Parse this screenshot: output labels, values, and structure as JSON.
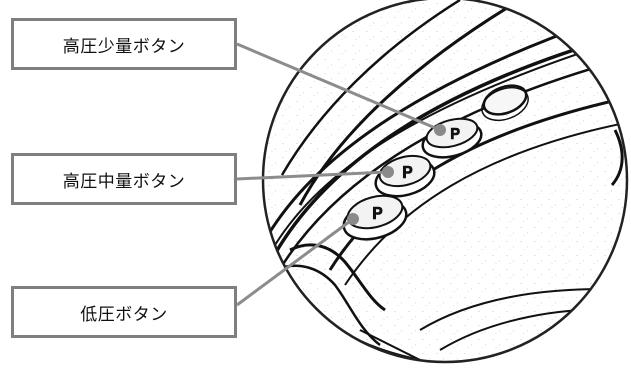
{
  "callouts": [
    {
      "label": "高圧少量ボタン"
    },
    {
      "label": "高圧中量ボタン"
    },
    {
      "label": "低圧ボタン"
    }
  ],
  "colors": {
    "box_border": "#7f7f7f",
    "leader_line": "#8c8c8c",
    "leader_dot": "#8a8a8a",
    "ink": "#111111"
  },
  "icons": {
    "button_symbol": "spray-nozzle-icon"
  }
}
